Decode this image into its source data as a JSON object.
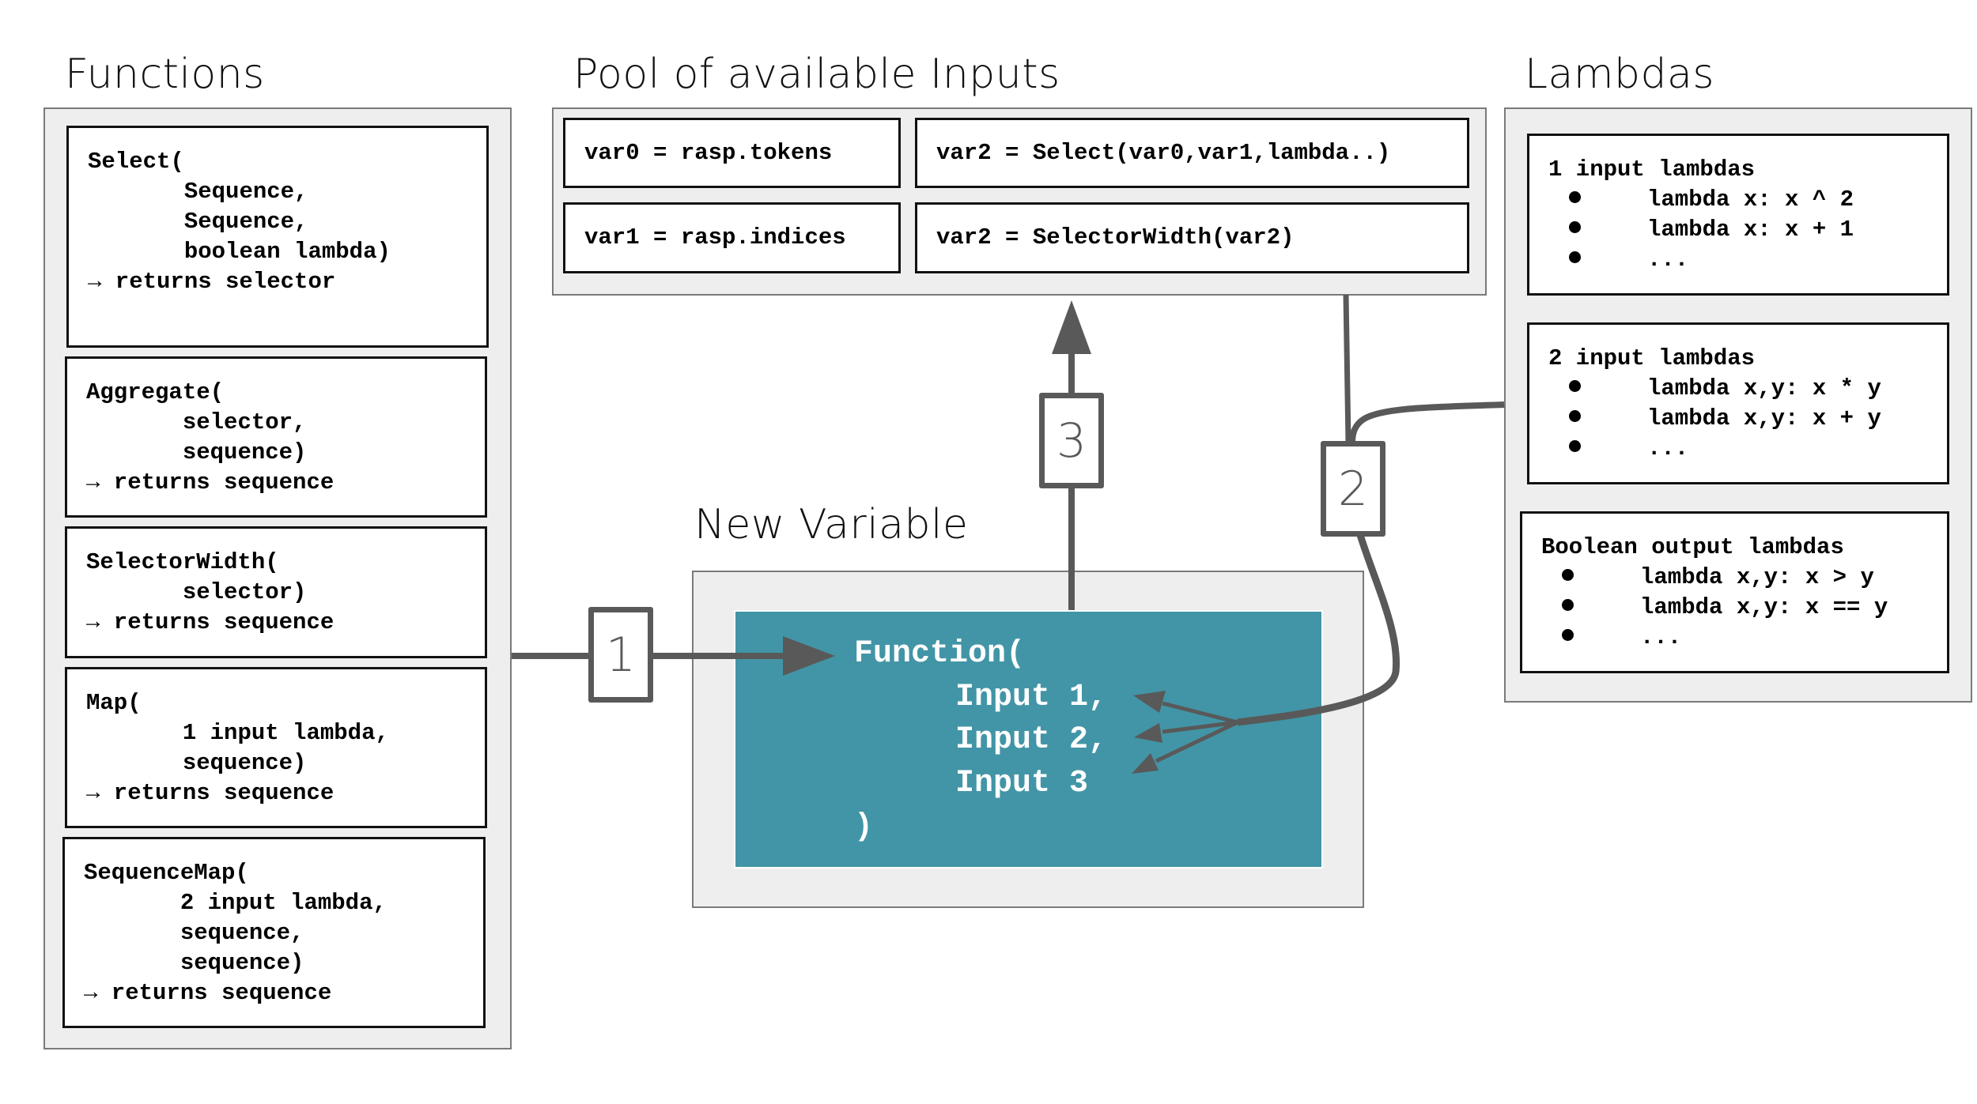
{
  "titles": {
    "functions": "Functions",
    "pool": "Pool of available Inputs",
    "lambdas": "Lambdas",
    "new_variable": "New Variable"
  },
  "functions": [
    {
      "name": "Select(",
      "args": [
        "Sequence,",
        "Sequence,",
        "boolean lambda)"
      ],
      "returns": "→ returns selector"
    },
    {
      "name": "Aggregate(",
      "args": [
        "selector,",
        "sequence)"
      ],
      "returns": "→ returns sequence"
    },
    {
      "name": "SelectorWidth(",
      "args": [
        "selector)"
      ],
      "returns": "→ returns sequence"
    },
    {
      "name": "Map(",
      "args": [
        "1 input lambda,",
        "sequence)"
      ],
      "returns": "→ returns sequence"
    },
    {
      "name": "SequenceMap(",
      "args": [
        "2 input lambda,",
        "sequence,",
        "sequence)"
      ],
      "returns": "→ returns sequence"
    }
  ],
  "pool": [
    "var0 = rasp.tokens",
    "var2 = Select(var0,var1,lambda..)",
    "var1 = rasp.indices",
    "var2 = SelectorWidth(var2)"
  ],
  "lambdas": [
    {
      "heading": "1 input lambdas",
      "items": [
        "lambda x: x ^ 2",
        "lambda x: x + 1",
        "..."
      ]
    },
    {
      "heading": "2 input lambdas",
      "items": [
        "lambda x,y: x * y",
        "lambda x,y: x + y",
        "..."
      ]
    },
    {
      "heading": "Boolean output lambdas",
      "items": [
        "lambda x,y: x > y",
        "lambda x,y: x == y",
        "..."
      ]
    }
  ],
  "new_variable": {
    "open": "Function(",
    "inputs": [
      "Input 1,",
      "Input 2,",
      "Input 3"
    ],
    "close": ")"
  },
  "steps": [
    "1",
    "2",
    "3"
  ],
  "colors": {
    "teal": "#4295a6",
    "arrow": "#595959",
    "panel": "#eeeeee"
  }
}
